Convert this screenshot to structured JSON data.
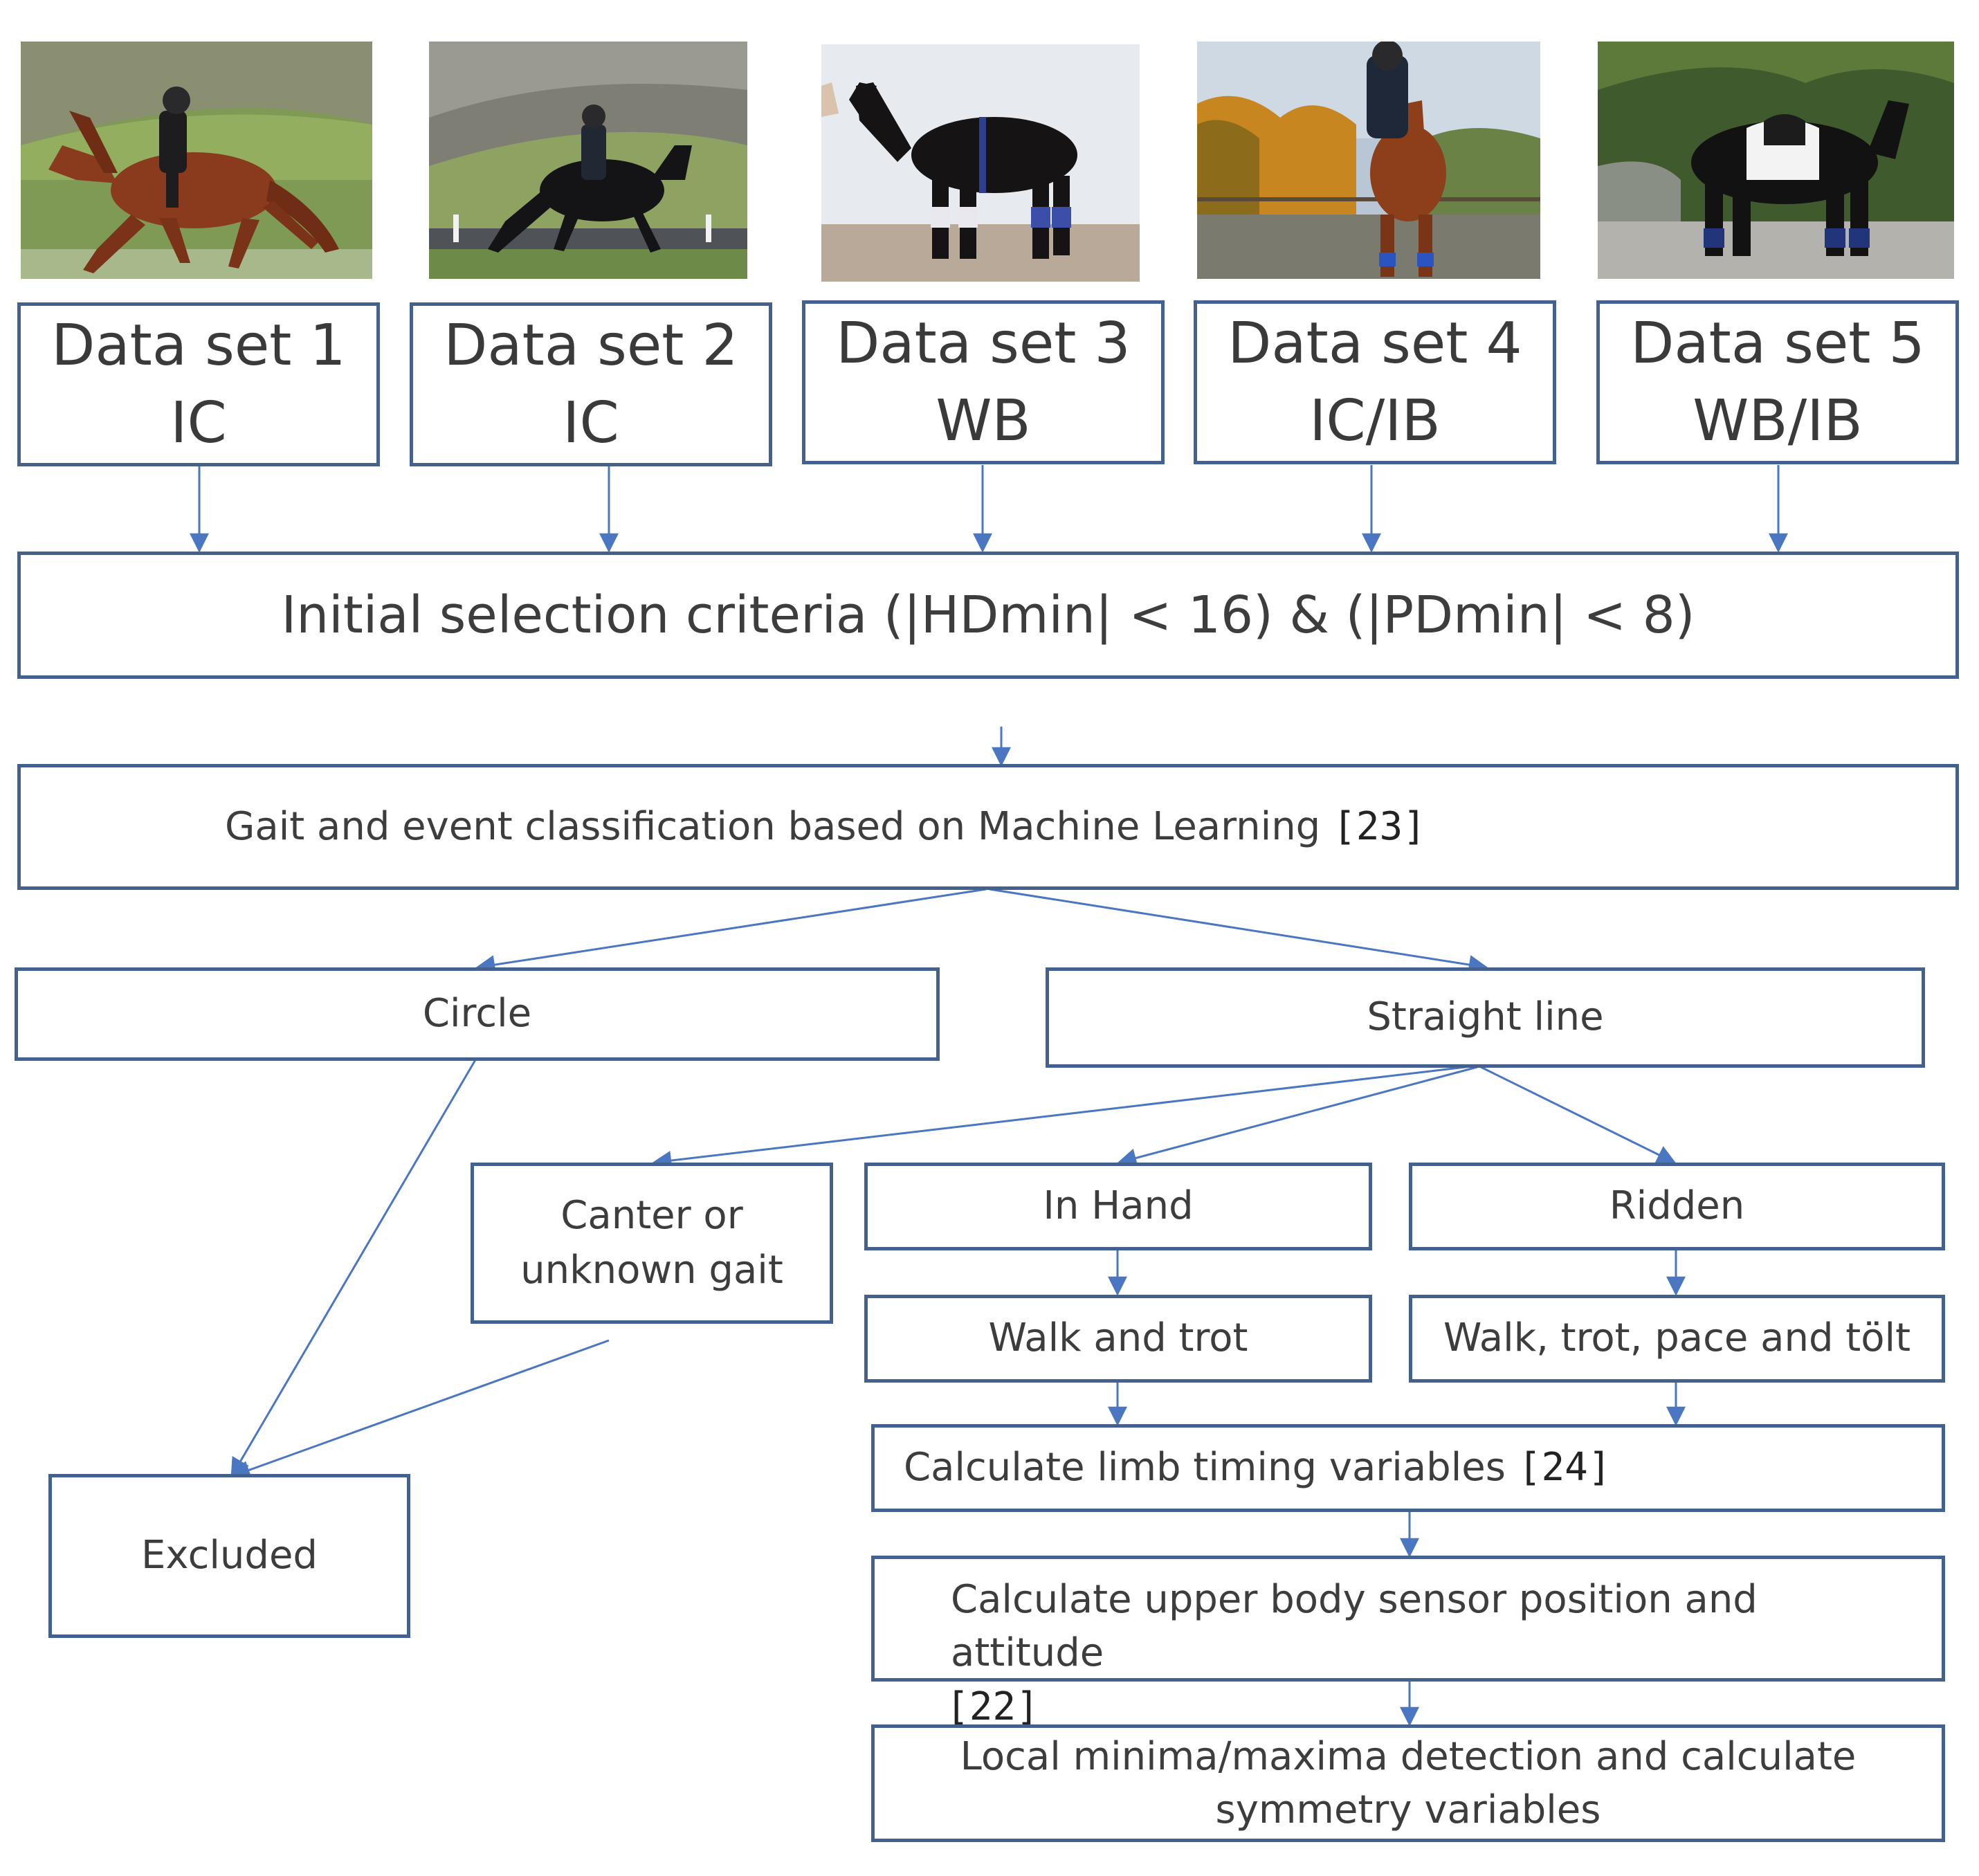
{
  "colors": {
    "border": "#44608c",
    "arrow": "#4a76c2",
    "text": "#3d3d3d"
  },
  "photos": [
    {
      "icon": "photo-horse-chestnut-ridden-tolt"
    },
    {
      "icon": "photo-horse-black-ridden-tolt"
    },
    {
      "icon": "photo-horse-black-in-hand-markers"
    },
    {
      "icon": "photo-horse-chestnut-ridden-sensors"
    },
    {
      "icon": "photo-horse-black-saddled"
    }
  ],
  "datasets": [
    {
      "name": "Data set 1",
      "type": "IC"
    },
    {
      "name": "Data set 2",
      "type": "IC"
    },
    {
      "name": "Data set 3",
      "type": "WB"
    },
    {
      "name": "Data set 4",
      "type": "IC/IB"
    },
    {
      "name": "Data set 5",
      "type": "WB/IB"
    }
  ],
  "initial_selection": "Initial selection criteria (|HDmin| < 16) & (|PDmin| < 8)",
  "gait_classification": {
    "text": "Gait and event classification based on Machine Learning",
    "ref": "[23]"
  },
  "circle": "Circle",
  "straight_line": "Straight line",
  "canter": "Canter or unknown gait",
  "in_hand": "In Hand",
  "ridden": "Ridden",
  "walk_trot": "Walk and trot",
  "walk_trot_pace_tolt": "Walk, trot, pace and tölt",
  "excluded": "Excluded",
  "limb_timing": {
    "text": "Calculate limb timing variables",
    "ref": "[24]"
  },
  "upper_body": {
    "text": "Calculate upper body sensor position and attitude",
    "ref": "[22]"
  },
  "local_minima": "Local minima/maxima detection and calculate symmetry variables"
}
